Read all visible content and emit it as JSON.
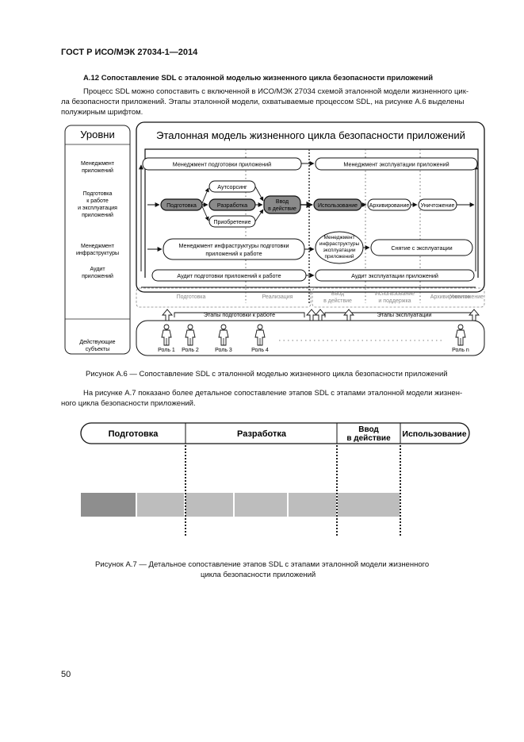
{
  "header": {
    "doc_id": "ГОСТ Р ИСО/МЭК 27034-1—2014"
  },
  "section": {
    "title": "А.12 Сопоставление SDL с эталонной моделью жизненного цикла безопасности приложений"
  },
  "paragraph1": {
    "l1": "Процесс SDL можно сопоставить с включенной в ИСО/МЭК 27034 схемой эталонной модели жизненного цик-",
    "l2": "ла безопасности приложений. Этапы эталонной модели, охватываемые процессом SDL, на рисунке А.6 выделены",
    "l3": "полужирным шрифтом."
  },
  "fig6": {
    "levels_title": "Уровни",
    "model_title": "Эталонная модель жизненного цикла безопасности приложений",
    "levels": {
      "mgmt_app_1": "Менеджмент",
      "mgmt_app_2": "приложений",
      "prep_1": "Подготовка",
      "prep_2": "к работе",
      "prep_3": "и эксплуатация",
      "prep_4": "приложений",
      "infra_1": "Менеджмент",
      "infra_2": "инфраструктуры",
      "audit_1": "Аудит",
      "audit_2": "приложений",
      "actors_1": "Действующие",
      "actors_2": "субъекты"
    },
    "boxes": {
      "mgmt_prep": "Менеджмент подготовки приложений",
      "mgmt_ops": "Менеджмент эксплуатации приложений",
      "outsourcing": "Аутсорсинг",
      "preparation": "Подготовка",
      "development": "Разработка",
      "acquisition": "Приобретение",
      "deploy_1": "Ввод",
      "deploy_2": "в действие",
      "usage": "Использование",
      "archiving": "Архивирование",
      "destruction": "Уничтожение",
      "infra_prep_1": "Менеджмент инфраструктуры подготовки",
      "infra_prep_2": "приложений к работе",
      "infra_ops_1": "Менеджмент",
      "infra_ops_2": "инфраструктуры",
      "infra_ops_3": "эксплуатации",
      "infra_ops_4": "приложений",
      "decommission": "Снятие с эксплуатации",
      "audit_prep": "Аудит подготовки приложений к работе",
      "audit_ops": "Аудит эксплуатации приложений"
    },
    "stages": {
      "s1": "Подготовка",
      "s2": "Реализация",
      "s3_1": "Ввод",
      "s3_2": "в действие",
      "s4_1": "Использование",
      "s4_2": "и поддержка",
      "s5": "Архивирование",
      "s6": "Уничтожение"
    },
    "phase_prep": "Этапы подготовки к работе",
    "phase_ops": "Этапы эксплуатации",
    "roles": [
      "Роль 1",
      "Роль 2",
      "Роль 3",
      "Роль 4",
      "Роль n"
    ],
    "caption": "Рисунок А.6 — Сопоставление SDL с эталонной моделью жизненного цикла безопасности приложений"
  },
  "paragraph2": {
    "l1": "На рисунке А.7 показано более детальное сопоставление этапов SDL с этапами эталонной модели жизнен-",
    "l2": "ного цикла безопасности приложений."
  },
  "fig7": {
    "prep": "Подготовка",
    "dev": "Разработка",
    "deploy_1": "Ввод",
    "deploy_2": "в действие",
    "use": "Использование",
    "caption_1": "Рисунок А.7 — Детальное сопоставление этапов SDL с этапами эталонной модели жизненного",
    "caption_2": "цикла безопасности приложений"
  },
  "page_number": "50"
}
